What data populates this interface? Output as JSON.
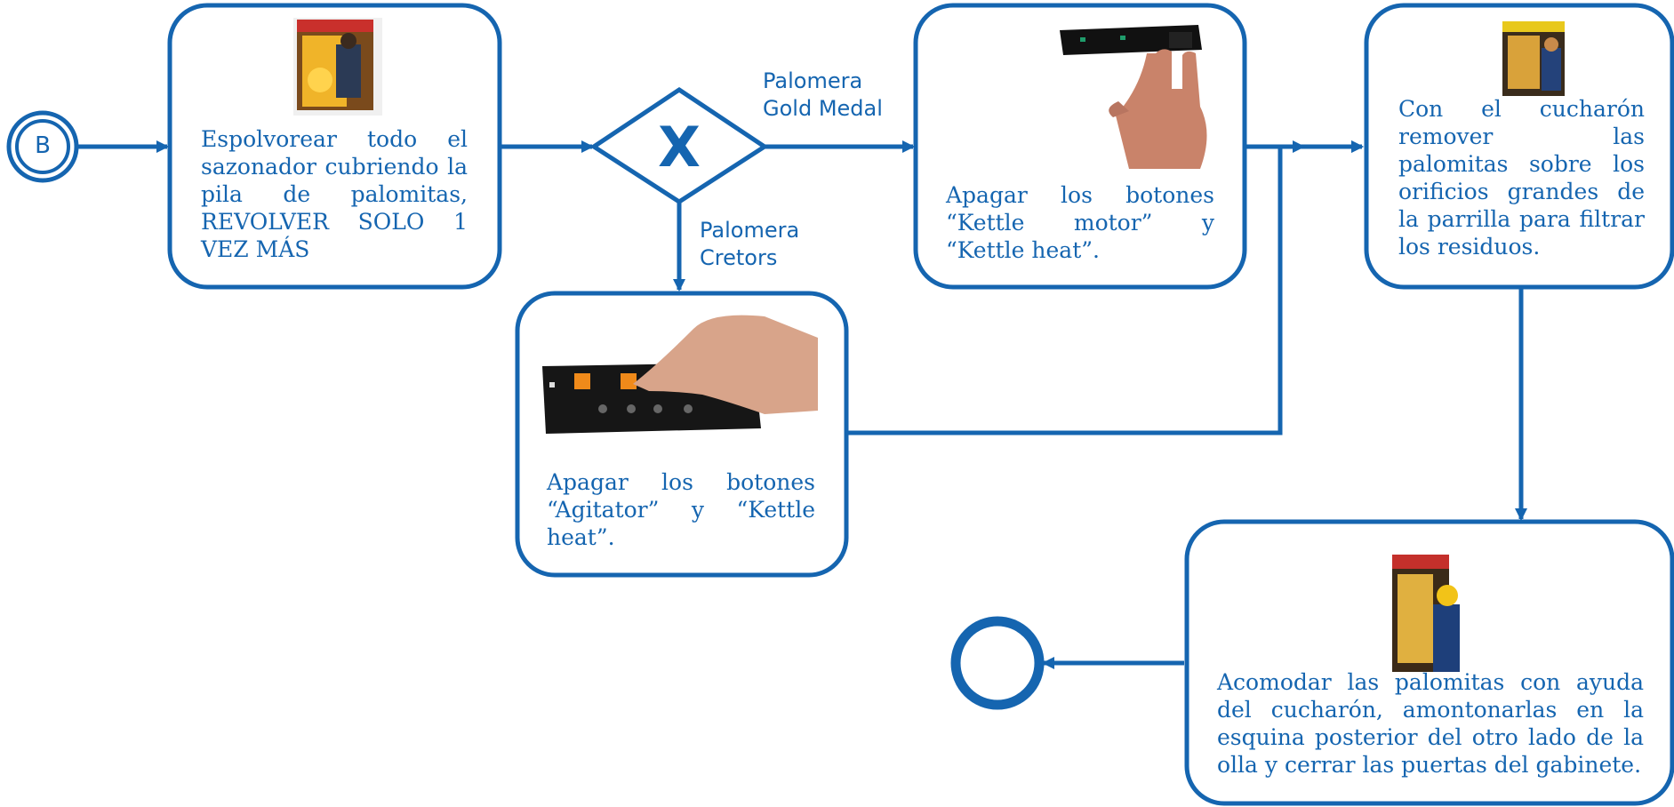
{
  "colors": {
    "primary": "#1565b0",
    "background": "#ffffff"
  },
  "start_event": {
    "label": "B",
    "type": "intermediate-link-event"
  },
  "gateway": {
    "symbol": "X",
    "type": "exclusive-gateway"
  },
  "flow_labels": {
    "gold_medal": "Palomera\nGold Medal",
    "cretors": "Palomera\nCretors"
  },
  "tasks": {
    "sprinkle": {
      "text": "Espolvorear todo el sazonador cubriendo la pila de palomitas, REVOLVER SOLO 1 VEZ MÁS",
      "image": "popcorn-machine-photo"
    },
    "gold_medal_off": {
      "text": "Apagar los botones “Kettle motor” y “Kettle heat”.",
      "image": "hand-pressing-switch-photo"
    },
    "cretors_off": {
      "text": "Apagar los botones “Agitator” y “Kettle heat”.",
      "image": "control-panel-photo"
    },
    "stir": {
      "text": "Con el cucharón remover las palomitas sobre los orificios grandes de la parrilla para filtrar los residuos.",
      "image": "popcorn-cart-photo"
    },
    "arrange": {
      "text": "Acomodar las palomitas con ayuda del cucharón, amontonarlas en la esquina posterior del otro lado de la olla y cerrar las puertas del gabinete.",
      "image": "worker-at-popcorn-machine-photo"
    }
  },
  "end_event": {
    "type": "end-event"
  }
}
